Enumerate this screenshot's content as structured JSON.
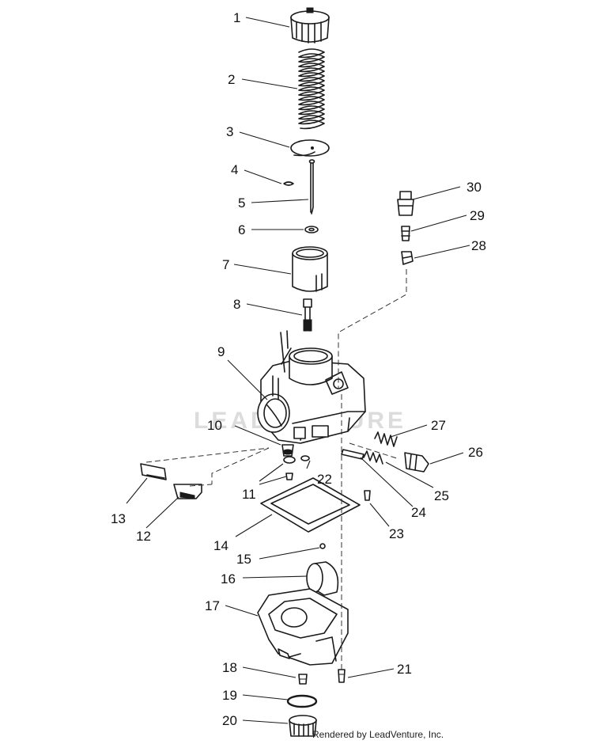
{
  "watermark": "LEADVENTURE",
  "footer": "Rendered by LeadVenture, Inc.",
  "callouts": {
    "c1": "1",
    "c2": "2",
    "c3": "3",
    "c4": "4",
    "c5": "5",
    "c6": "6",
    "c7": "7",
    "c8": "8",
    "c9": "9",
    "c10": "10",
    "c11": "11",
    "c12": "12",
    "c13": "13",
    "c14": "14",
    "c15": "15",
    "c16": "16",
    "c17": "17",
    "c18": "18",
    "c19": "19",
    "c20": "20",
    "c21": "21",
    "c22": "22",
    "c23": "23",
    "c24": "24",
    "c25": "25",
    "c26": "26",
    "c27": "27",
    "c28": "28",
    "c29": "29",
    "c30": "30"
  }
}
